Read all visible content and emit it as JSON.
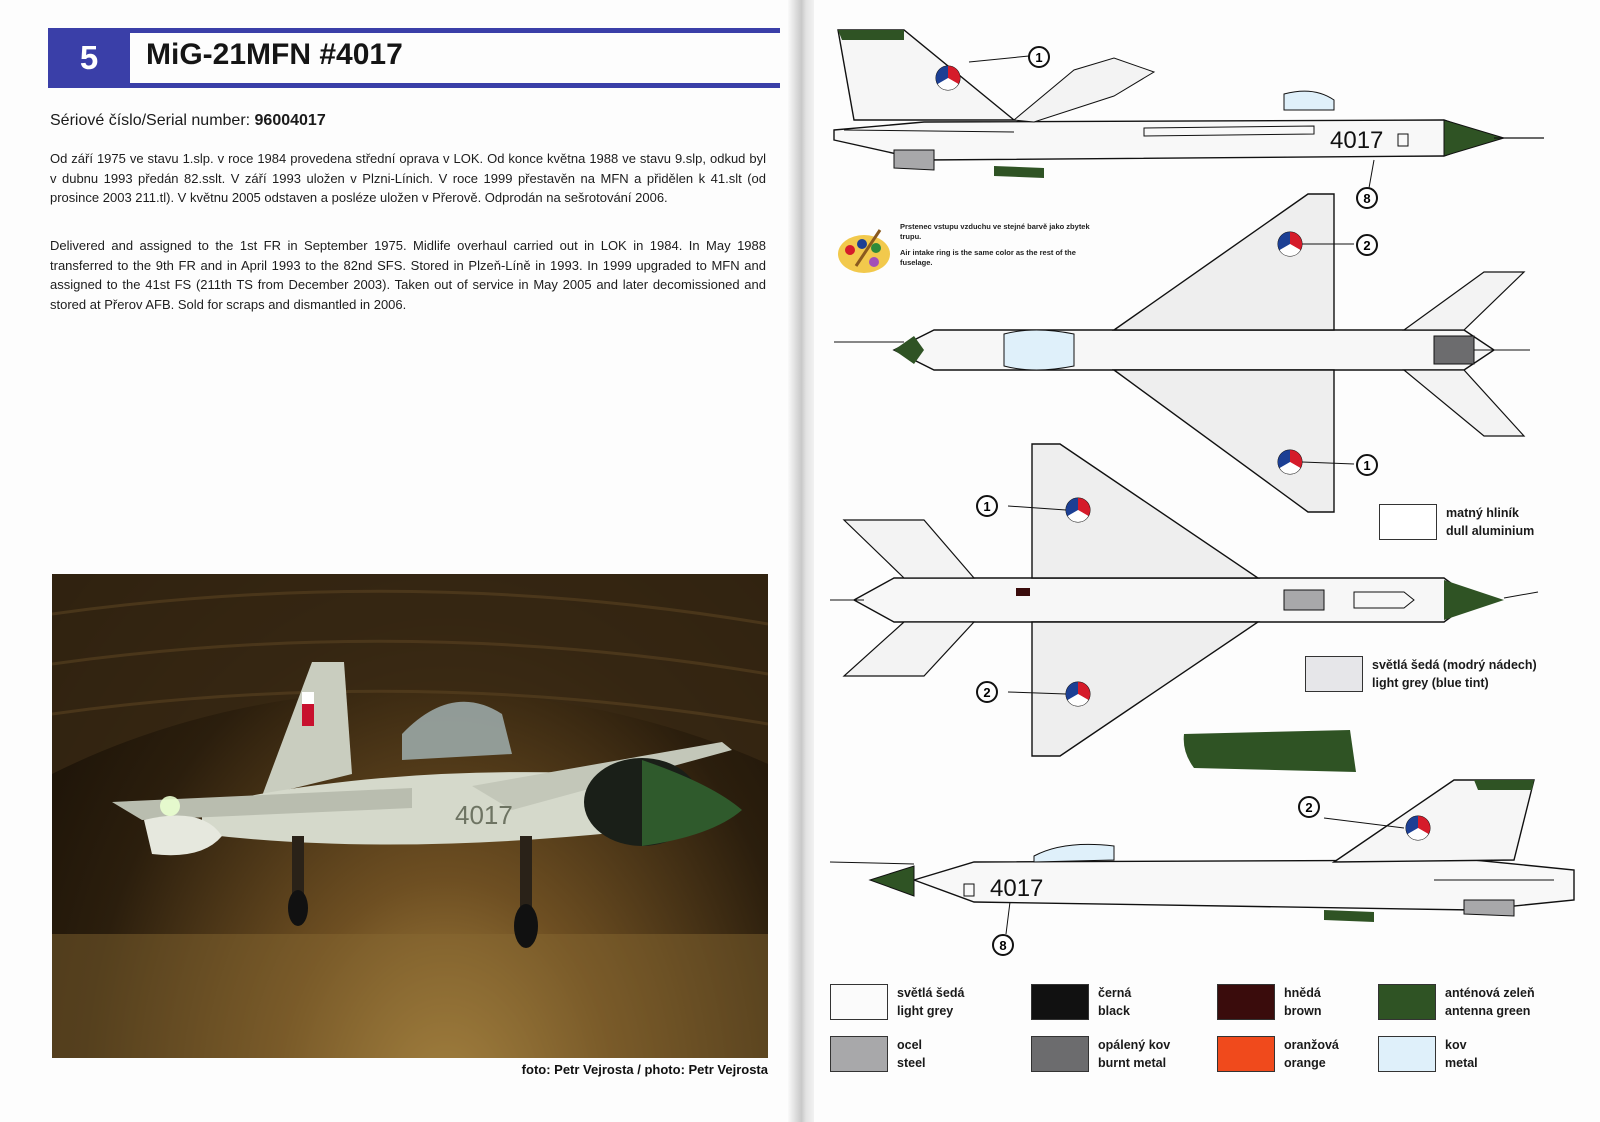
{
  "left": {
    "profile_number": "5",
    "title": "MiG-21MFN #4017",
    "serial_label": "Sériové číslo/Serial number: ",
    "serial_value": "96004017",
    "text_cz": "Od září 1975 ve stavu 1.slp. v roce 1984 provedena střední oprava v LOK. Od konce května 1988 ve stavu 9.slp, odkud byl v dubnu 1993 předán 82.sslt. V září 1993 uložen v Plzni-Línich. V roce 1999 přestavěn na MFN a přidělen k 41.slt (od prosince 2003 211.tl). V květnu 2005 odstaven a posléze uložen v Přerově. Odprodán na sešrotování 2006.",
    "text_en": "Delivered and assigned to the 1st FR in September 1975. Midlife overhaul carried out in LOK in 1984. In May 1988 transferred to the 9th FR and in April 1993 to the 82nd SFS. Stored in Plzeň-Líně in 1993. In 1999 upgraded to MFN and assigned to the 41st FS (211th TS from December 2003). Taken out of service in May 2005 and later decomissioned and stored at Přerov AFB. Sold for scraps and dismantled in 2006.",
    "photo_tail_number": "4017",
    "photo_caption": "foto: Petr Vejrosta / photo: Petr Vejrosta"
  },
  "right": {
    "note_cz": "Prstenec vstupu vzduchu ve stejné barvě jako zbytek trupu.",
    "note_en": "Air intake ring is the same color as the rest of the fuselage.",
    "tail_number": "4017",
    "callouts": [
      "1",
      "8",
      "2",
      "1",
      "1",
      "2",
      "2",
      "8"
    ],
    "side_swatches": [
      {
        "cz": "matný hliník",
        "en": "dull aluminium",
        "color": "#ffffff"
      },
      {
        "cz": "světlá šedá (modrý nádech)",
        "en": "light grey (blue tint)",
        "color": "#e6e6e9"
      }
    ],
    "legend": [
      {
        "cz": "světlá šedá",
        "en": "light grey",
        "color": "#fbfbfb"
      },
      {
        "cz": "černá",
        "en": "black",
        "color": "#111111"
      },
      {
        "cz": "hnědá",
        "en": "brown",
        "color": "#3a0c0c"
      },
      {
        "cz": "anténová zeleň",
        "en": "antenna green",
        "color": "#2f5324"
      },
      {
        "cz": "ocel",
        "en": "steel",
        "color": "#a8a8aa"
      },
      {
        "cz": "opálený kov",
        "en": "burnt metal",
        "color": "#6c6c6e"
      },
      {
        "cz": "oranžová",
        "en": "orange",
        "color": "#f04a1c"
      },
      {
        "cz": "kov",
        "en": "metal",
        "color": "#dff0fa"
      }
    ]
  }
}
